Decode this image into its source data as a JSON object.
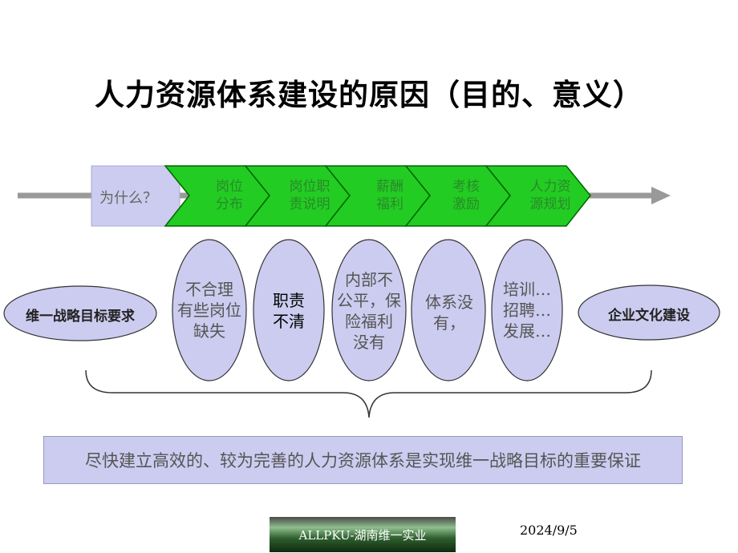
{
  "slide": {
    "title": "人力资源体系建设的原因（目的、意义）",
    "why": "为什么？",
    "chevrons": [
      {
        "line1": "岗位",
        "line2": "分布"
      },
      {
        "line1": "岗位职",
        "line2": "责说明"
      },
      {
        "line1": "薪酬",
        "line2": "福利"
      },
      {
        "line1": "考核",
        "line2": "激励"
      },
      {
        "line1": "人力资",
        "line2": "源规划"
      }
    ],
    "left_goal": "维一战略目标要求",
    "right_goal": "企业文化建设",
    "problems": [
      {
        "lines": [
          "不合理",
          "有些岗位",
          "缺失"
        ]
      },
      {
        "lines": [
          "职责",
          "不清"
        ]
      },
      {
        "lines": [
          "内部不",
          "公平，保",
          "险福利",
          "没有"
        ]
      },
      {
        "lines": [
          "体系没",
          "有，"
        ]
      },
      {
        "lines": [
          "培训…",
          "招聘…",
          "发展…"
        ]
      }
    ],
    "conclusion": "尽快建立高效的、较为完善的人力资源体系是实现维一战略目标的重要保证",
    "footer_brand": "ALLPKU-湖南维一实业",
    "footer_date": "2024/9/5"
  },
  "colors": {
    "chevron_fill": "#22cc22",
    "ellipse_fill": "#ccccf0",
    "why_box_fill": "#ccccf0"
  }
}
